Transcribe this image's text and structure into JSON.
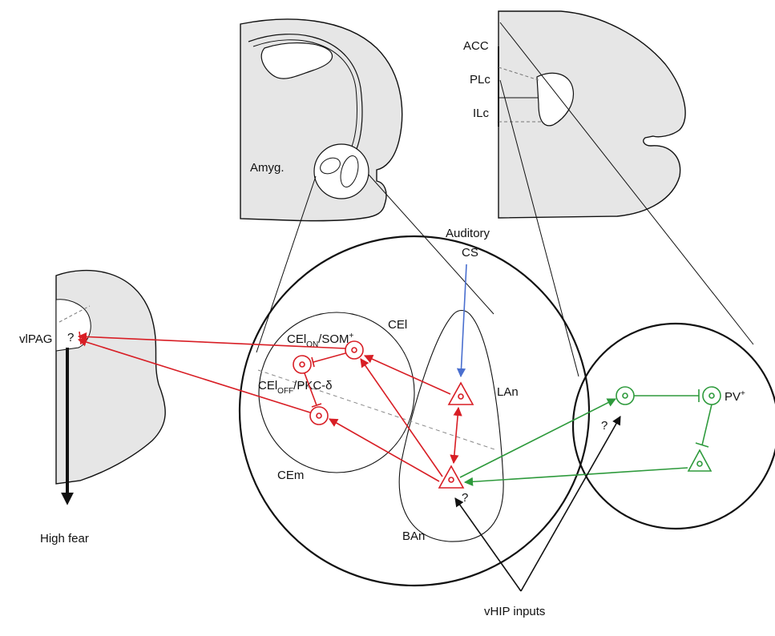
{
  "labels": {
    "amyg": "Amyg.",
    "acc": "ACC",
    "plc": "PLc",
    "ilc": "ILc",
    "auditory": "Auditory",
    "cs": "CS",
    "vlpag": "vlPAG",
    "q_pag": "?",
    "cel": "CEl",
    "cel_on_main": "CEl",
    "cel_on_sub": "ON",
    "som_main": "/SOM",
    "som_sup": "+",
    "cel_off_main": "CEl",
    "cel_off_sub": "OFF",
    "pkc": "/PKC-δ",
    "cem": "CEm",
    "lan": "LAn",
    "ban": "BAn",
    "q_ban": "?",
    "q_pfc": "?",
    "pv_main": "PV",
    "pv_sup": "+",
    "high_fear": "High fear",
    "vhip": "vHIP inputs"
  },
  "colors": {
    "red": "#d81e25",
    "green": "#2e9a3c",
    "blue": "#4a6fcf",
    "black": "#111111",
    "gray_fill": "#e6e6e6"
  }
}
